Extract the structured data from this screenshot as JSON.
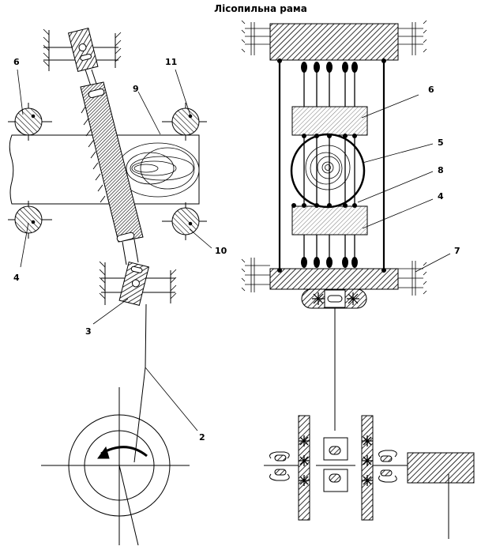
{
  "title": "Лісопильна рама",
  "left_labels": {
    "l6": "6",
    "l11": "11",
    "l9": "9",
    "l4": "4",
    "l10": "10",
    "l3": "3",
    "l2": "2"
  },
  "right_labels": {
    "r6": "6",
    "r5": "5",
    "r8": "8",
    "r4": "4",
    "r7": "7"
  },
  "colors": {
    "line": "#000000",
    "background": "#ffffff"
  }
}
